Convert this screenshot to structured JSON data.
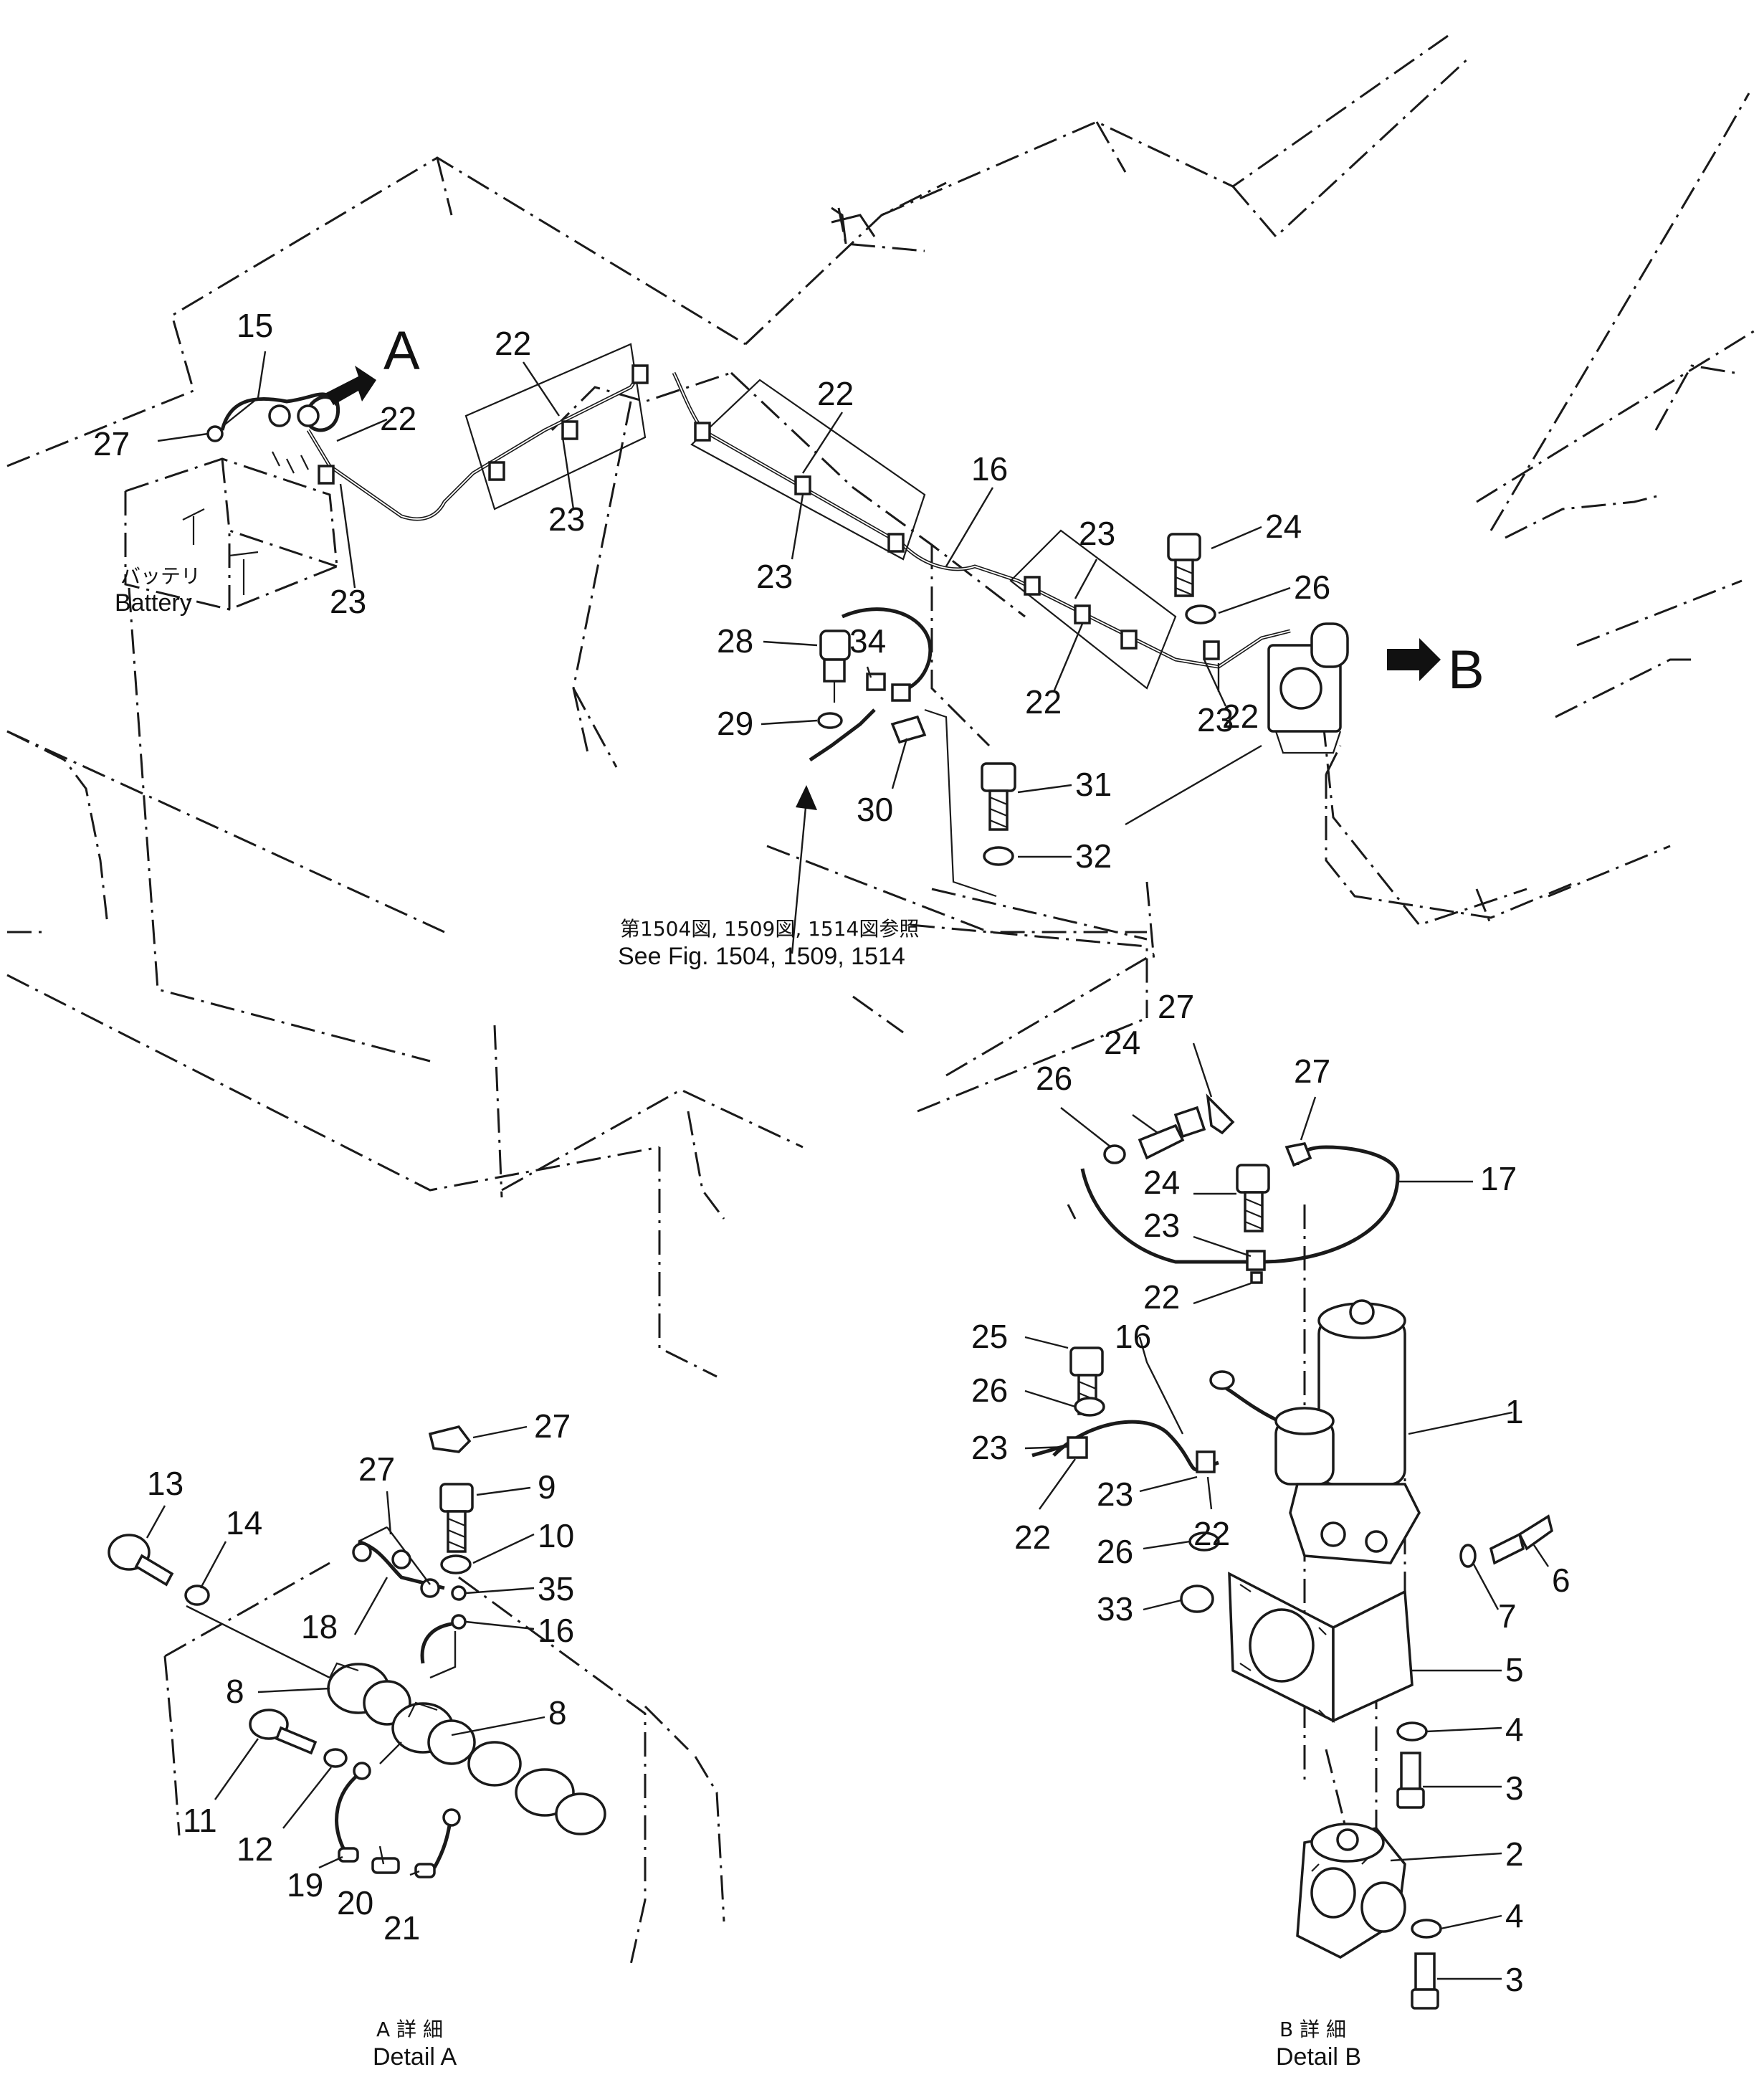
{
  "labels": {
    "A": "A",
    "B": "B",
    "n1": "1",
    "n2": "2",
    "n3": "3",
    "n4": "4",
    "n5": "5",
    "n6": "6",
    "n7": "7",
    "n8": "8",
    "n9": "9",
    "n10": "10",
    "n11": "11",
    "n12": "12",
    "n13": "13",
    "n14": "14",
    "n15": "15",
    "n16": "16",
    "n17": "17",
    "n18": "18",
    "n19": "19",
    "n20": "20",
    "n21": "21",
    "n22": "22",
    "n23": "23",
    "n24": "24",
    "n25": "25",
    "n26": "26",
    "n27": "27",
    "n28": "28",
    "n29": "29",
    "n30": "30",
    "n31": "31",
    "n32": "32",
    "n33": "33",
    "n34": "34",
    "n35": "35"
  },
  "captions": {
    "battery_jp": "バッテリ",
    "battery_en": "Battery",
    "see_fig_jp": "第1504図, 1509図, 1514図参照",
    "see_fig_en": "See Fig. 1504, 1509, 1514",
    "detail_a_jp": "A 詳 細",
    "detail_a_en": "Detail  A",
    "detail_b_jp": "B 詳 細",
    "detail_b_en": "Detail  B"
  }
}
